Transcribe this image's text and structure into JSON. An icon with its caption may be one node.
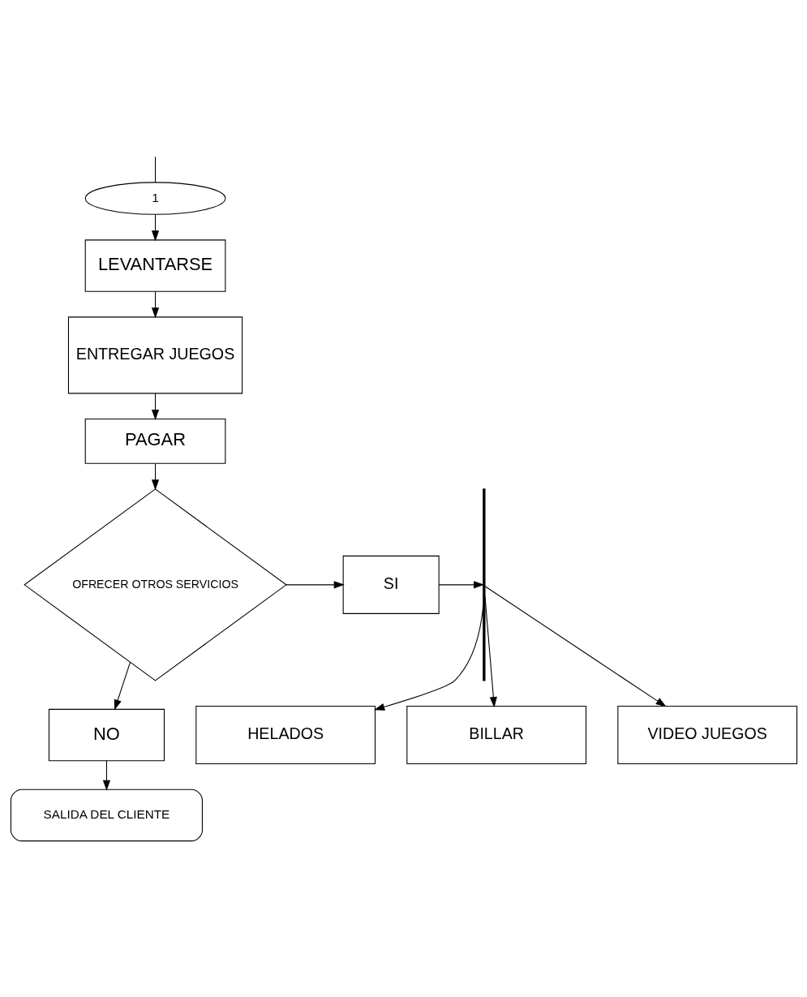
{
  "diagram": {
    "nodes": [
      {
        "text": [
          "1"
        ]
      },
      {
        "text": [
          "LEVANTARSE"
        ]
      },
      {
        "text": [
          "ENTREGAR JUEGOS"
        ]
      },
      {
        "text": [
          "PAGAR"
        ]
      },
      {
        "text": [
          "OFRECER OTROS SERVICIOS"
        ]
      },
      {
        "text": [
          "SI"
        ]
      },
      {
        "text": [],
        "shape": "bar"
      },
      {
        "text": [
          "VIDEO JUEGOS"
        ]
      },
      {
        "text": [
          "HELADOS"
        ]
      },
      {
        "text": [
          "BILLAR"
        ]
      },
      {
        "text": [
          "NO"
        ]
      },
      {
        "text": [
          "SALIDA DEL CLIENTE"
        ]
      }
    ],
    "edges": [
      {
        "from": null,
        "to": 0,
        "arrow": "none"
      },
      {
        "from": 0,
        "to": 1,
        "arrow": "to"
      },
      {
        "from": 1,
        "to": 2,
        "arrow": "to"
      },
      {
        "from": 2,
        "to": 3,
        "arrow": "to"
      },
      {
        "from": 3,
        "to": 4,
        "arrow": "to"
      },
      {
        "from": 4,
        "to": 5,
        "arrow": "to"
      },
      {
        "from": 5,
        "to": 6,
        "arrow": "to"
      },
      {
        "from": 6,
        "to": 7,
        "arrow": "to"
      },
      {
        "from": 6,
        "to": 8,
        "arrow": "to"
      },
      {
        "from": 6,
        "to": 9,
        "arrow": "to"
      },
      {
        "from": 4,
        "to": 10,
        "arrow": "to"
      },
      {
        "from": 10,
        "to": 11,
        "arrow": "to"
      }
    ]
  }
}
